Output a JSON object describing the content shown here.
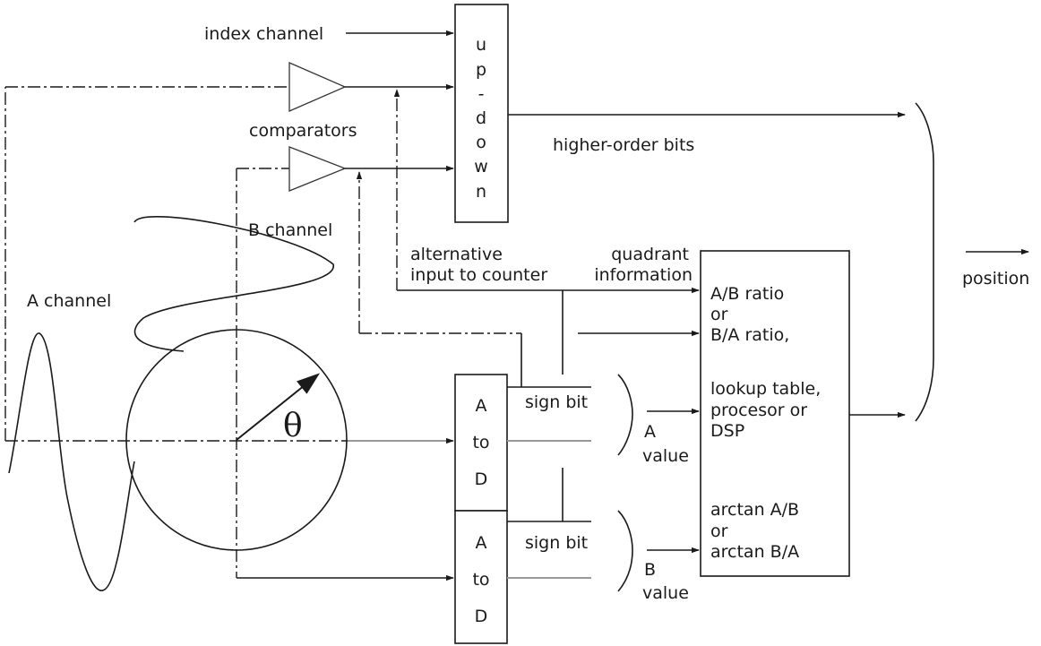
{
  "labels": {
    "index_channel": "index channel",
    "comparators": "comparators",
    "b_channel": "B channel",
    "a_channel": "A channel",
    "theta": "θ",
    "higher_order_bits": "higher-order bits",
    "alternative_1": "alternative",
    "alternative_2": "input to counter",
    "quadrant_1": "quadrant",
    "quadrant_2": "information",
    "position": "position",
    "sign_bit_top": "sign bit",
    "sign_bit_bottom": "sign bit",
    "a_value_1": "A",
    "a_value_2": "value",
    "b_value_1": "B",
    "b_value_2": "value"
  },
  "counter": {
    "letters": [
      "u",
      "p",
      "-",
      "d",
      "o",
      "w",
      "n"
    ]
  },
  "adc_top": {
    "lines": [
      "A",
      "to",
      "D"
    ]
  },
  "adc_bottom": {
    "lines": [
      "A",
      "to",
      "D"
    ]
  },
  "processor": {
    "lines": [
      "A/B ratio",
      "or",
      "B/A ratio,",
      "",
      "lookup table,",
      "procesor or",
      "DSP",
      "",
      "arctan A/B",
      "or",
      "arctan B/A"
    ]
  }
}
